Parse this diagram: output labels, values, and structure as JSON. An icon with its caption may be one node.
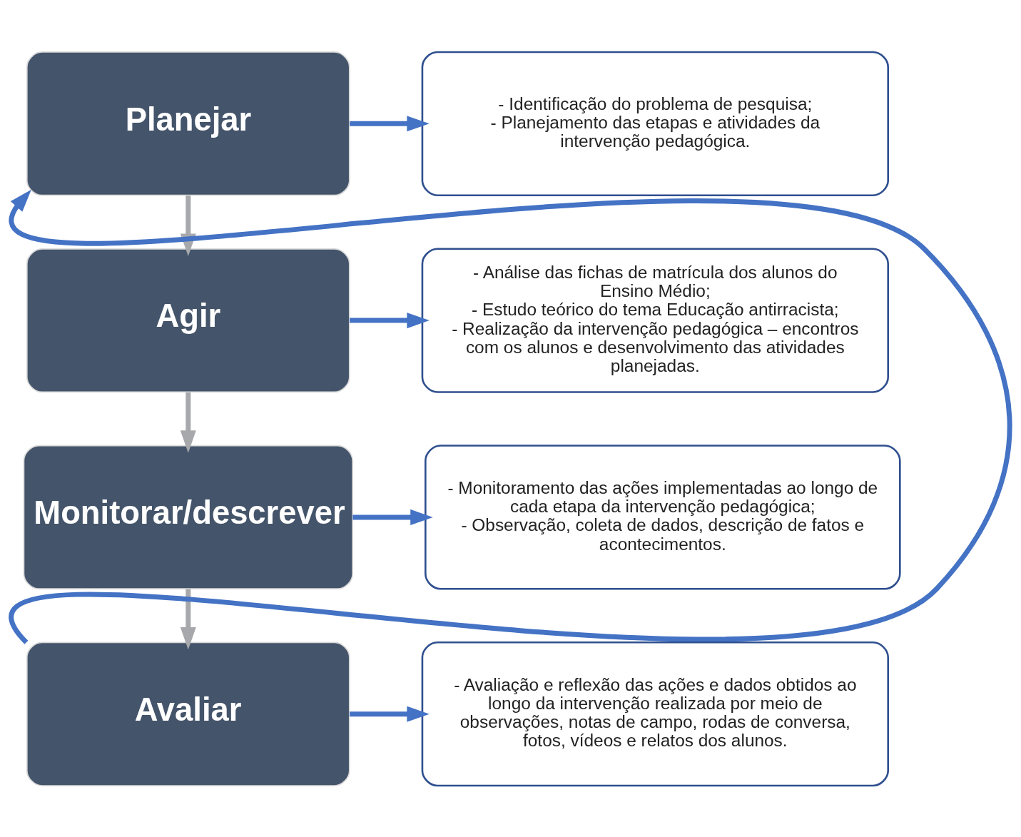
{
  "diagram": {
    "nodes": [
      {
        "text": [
          "Planejar"
        ]
      },
      {
        "text": [
          "- Identificação do problema de pesquisa;",
          "- Planejamento das etapas e atividades da intervenção pedagógica."
        ]
      },
      {
        "text": [
          "Agir"
        ]
      },
      {
        "text": [
          "- Análise das fichas de matrícula dos alunos do Ensino Médio;",
          "- Estudo teórico do tema Educação antirracista;",
          "- Realização da intervenção pedagógica – encontros com os alunos e desenvolvimento das atividades planejadas."
        ]
      },
      {
        "text": [
          "Monitorar/descrever"
        ]
      },
      {
        "text": [
          "- Monitoramento das ações implementadas ao longo de cada etapa da intervenção pedagógica;",
          "- Observação, coleta de dados, descrição de fatos e acontecimentos."
        ]
      },
      {
        "text": [
          "Avaliar"
        ]
      },
      {
        "text": [
          "- Avaliação e reflexão das ações e dados obtidos ao longo da intervenção realizada por meio de observações, notas de campo, rodas de conversa, fotos, vídeos e relatos dos alunos."
        ]
      }
    ],
    "edges": [
      {
        "from": 0,
        "to": 1,
        "arrow": "to"
      },
      {
        "from": 0,
        "to": 2,
        "arrow": "to",
        "color": "#a6a8ab"
      },
      {
        "from": 2,
        "to": 3,
        "arrow": "to"
      },
      {
        "from": 2,
        "to": 4,
        "arrow": "to",
        "color": "#a6a8ab"
      },
      {
        "from": 4,
        "to": 5,
        "arrow": "to"
      },
      {
        "from": 4,
        "to": 6,
        "arrow": "to",
        "color": "#a6a8ab"
      },
      {
        "from": 6,
        "to": 7,
        "arrow": "to"
      },
      {
        "from": 6,
        "to": 0,
        "arrow": "to"
      }
    ]
  }
}
